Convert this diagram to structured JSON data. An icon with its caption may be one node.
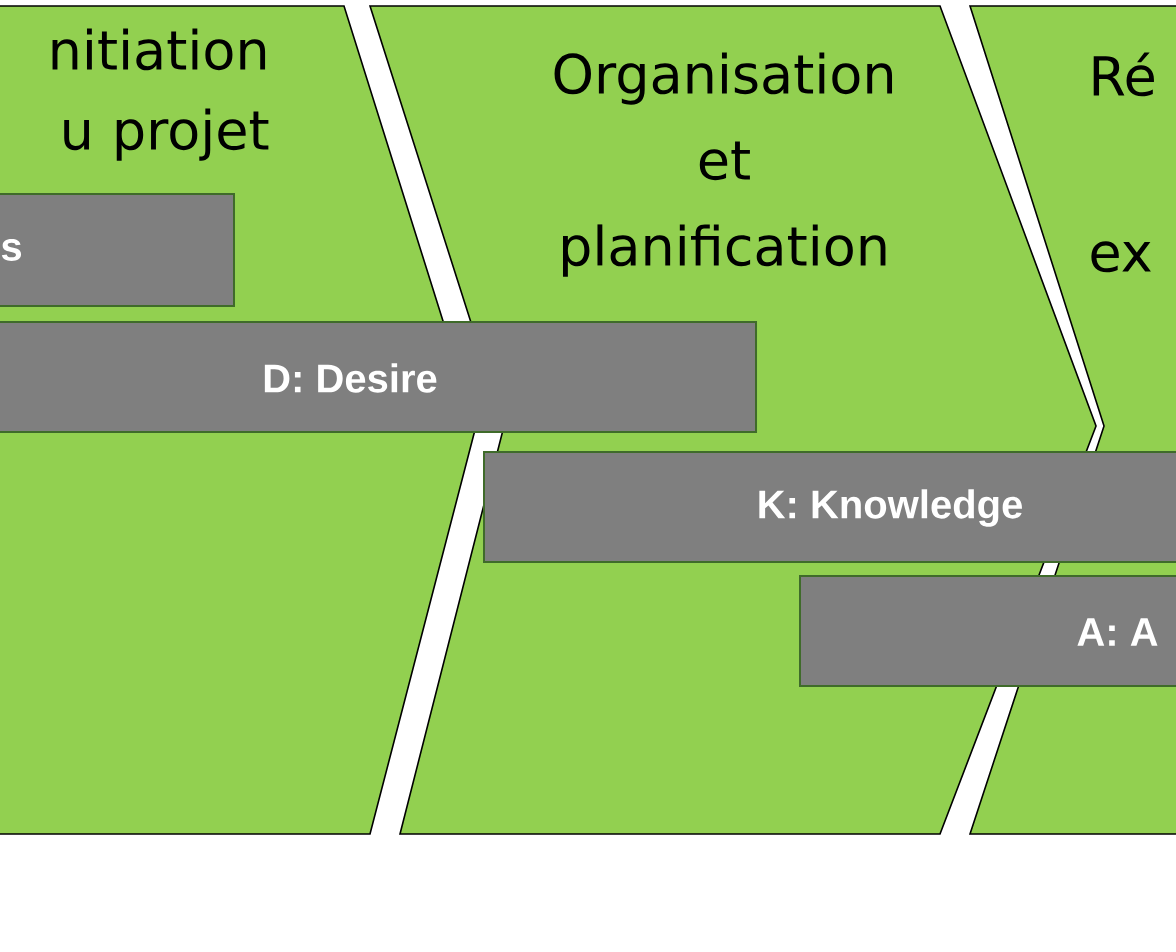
{
  "diagram": {
    "nodes": [
      {
        "text": [
          "nitiation u projet"
        ]
      },
      {
        "text": [
          "Organisation et planification"
        ]
      },
      {
        "text": [
          "Ré ex"
        ]
      },
      {
        "text": [
          "s"
        ],
        "in": 0
      },
      {
        "text": [
          "D: Desire"
        ]
      },
      {
        "text": [
          "K: Knowledge"
        ]
      },
      {
        "text": [
          "A: A"
        ]
      }
    ]
  }
}
